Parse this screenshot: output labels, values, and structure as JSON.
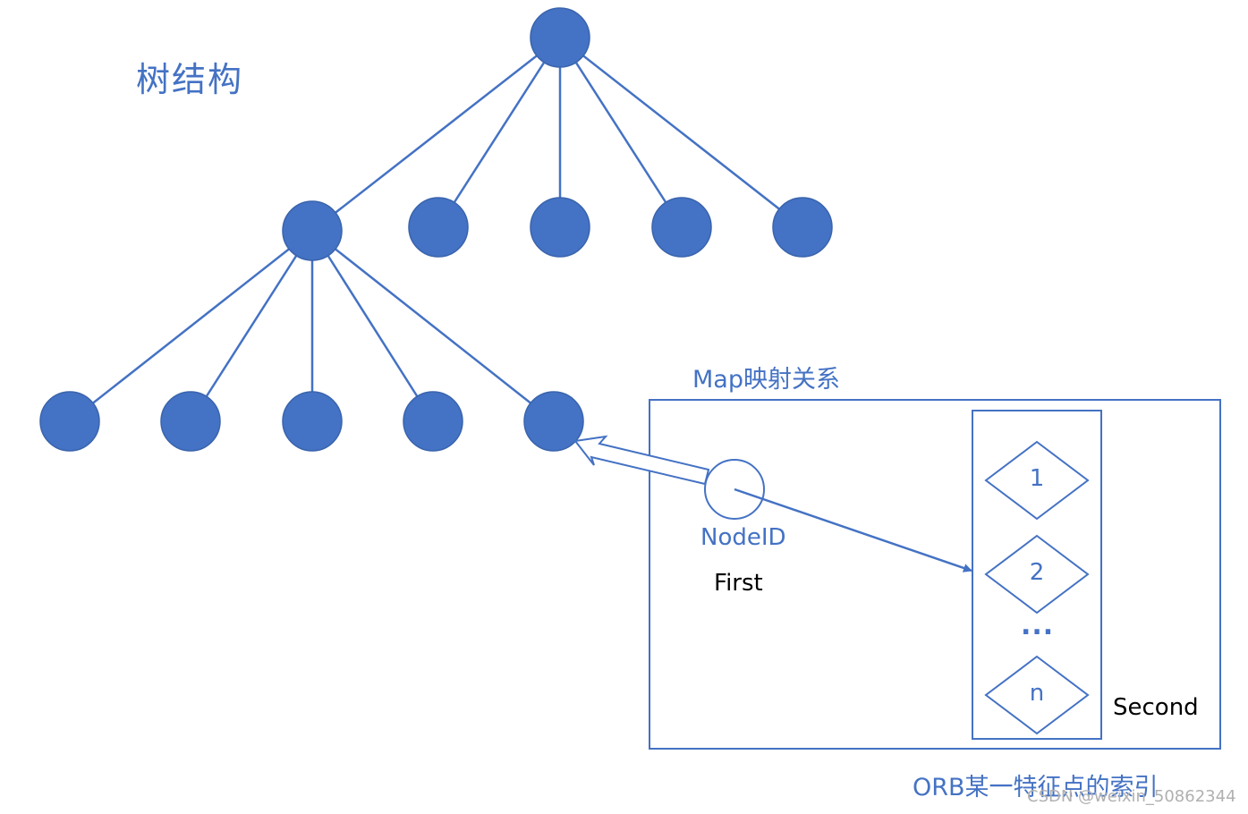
{
  "diagram": {
    "title": "树结构",
    "map_title": "Map映射关系",
    "key_label": "NodeID",
    "first_label": "First",
    "second_label": "Second",
    "index_label": "ORB某一特征点的索引",
    "ellipsis": "...",
    "diamond_labels": [
      "1",
      "2",
      "n"
    ],
    "watermark": "CSDN @weixin_50862344"
  },
  "colors": {
    "node_fill": "#4472c4",
    "line": "#4472c4",
    "background": "#ffffff"
  }
}
